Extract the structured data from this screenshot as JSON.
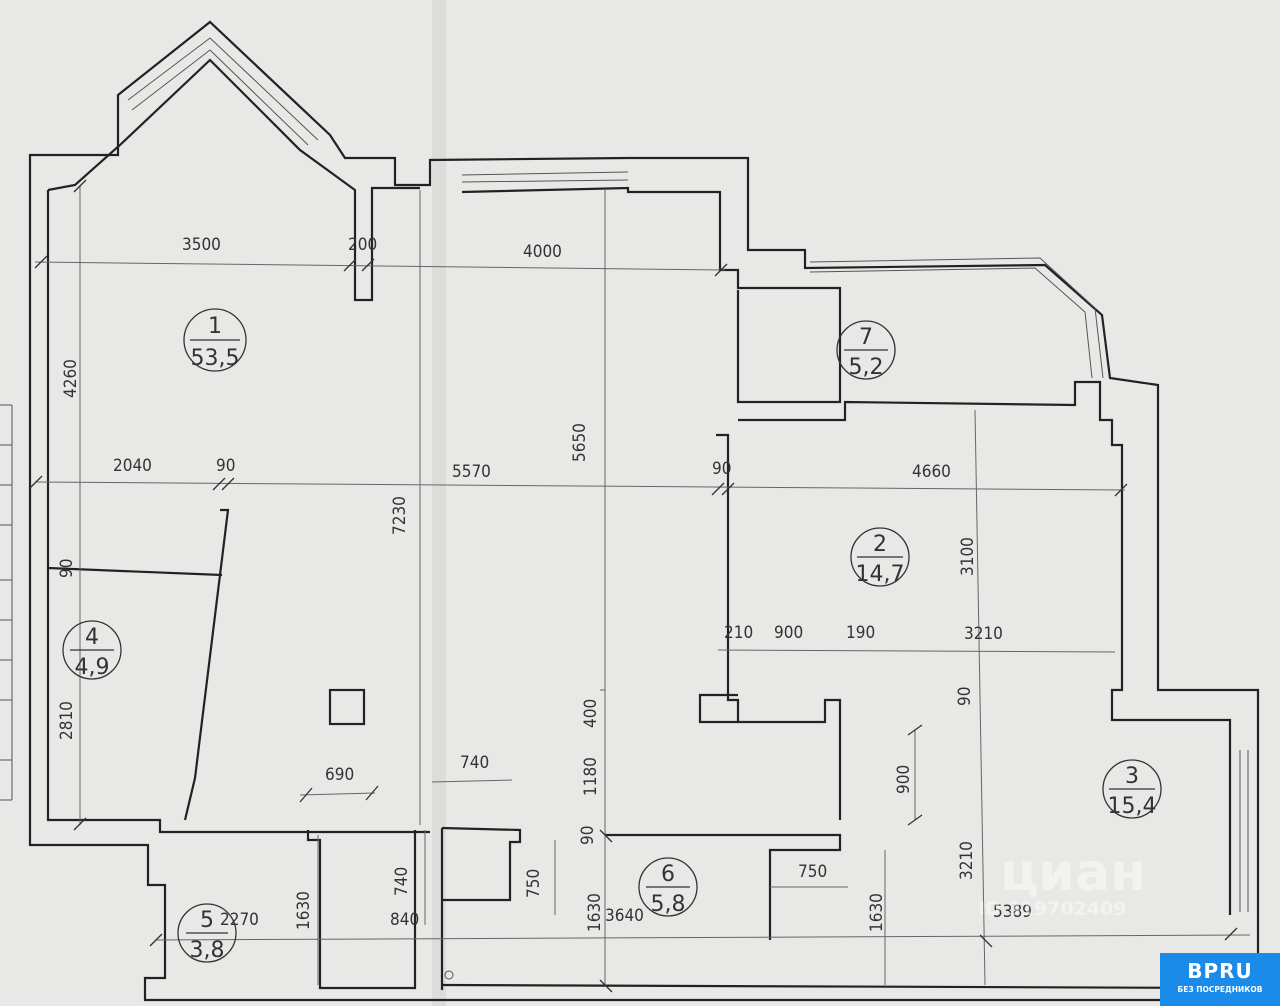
{
  "rooms": [
    {
      "number": "1",
      "area": "53,5"
    },
    {
      "number": "2",
      "area": "14,7"
    },
    {
      "number": "3",
      "area": "15,4"
    },
    {
      "number": "4",
      "area": "4,9"
    },
    {
      "number": "5",
      "area": "3,8"
    },
    {
      "number": "6",
      "area": "5,8"
    },
    {
      "number": "7",
      "area": "5,2"
    }
  ],
  "dimensions_h": [
    "3500",
    "200",
    "4000",
    "2040",
    "90",
    "5570",
    "90",
    "4660",
    "210",
    "900",
    "190",
    "3210",
    "690",
    "740",
    "2270",
    "840",
    "3640",
    "750",
    "5389"
  ],
  "dimensions_v": [
    "4260",
    "5650",
    "7230",
    "3100",
    "90",
    "2810",
    "400",
    "1180",
    "900",
    "90",
    "90",
    "740",
    "750",
    "1630",
    "1630",
    "1630",
    "3210"
  ],
  "watermark": {
    "brand": "циан",
    "id": "ID 319702409"
  },
  "badge": {
    "brand": "BPRU",
    "tagline": "БЕЗ ПОСРЕДНИКОВ"
  },
  "colors": {
    "paper": "#e8e8e6",
    "line": "#222222",
    "badge": "#1a8be8"
  }
}
